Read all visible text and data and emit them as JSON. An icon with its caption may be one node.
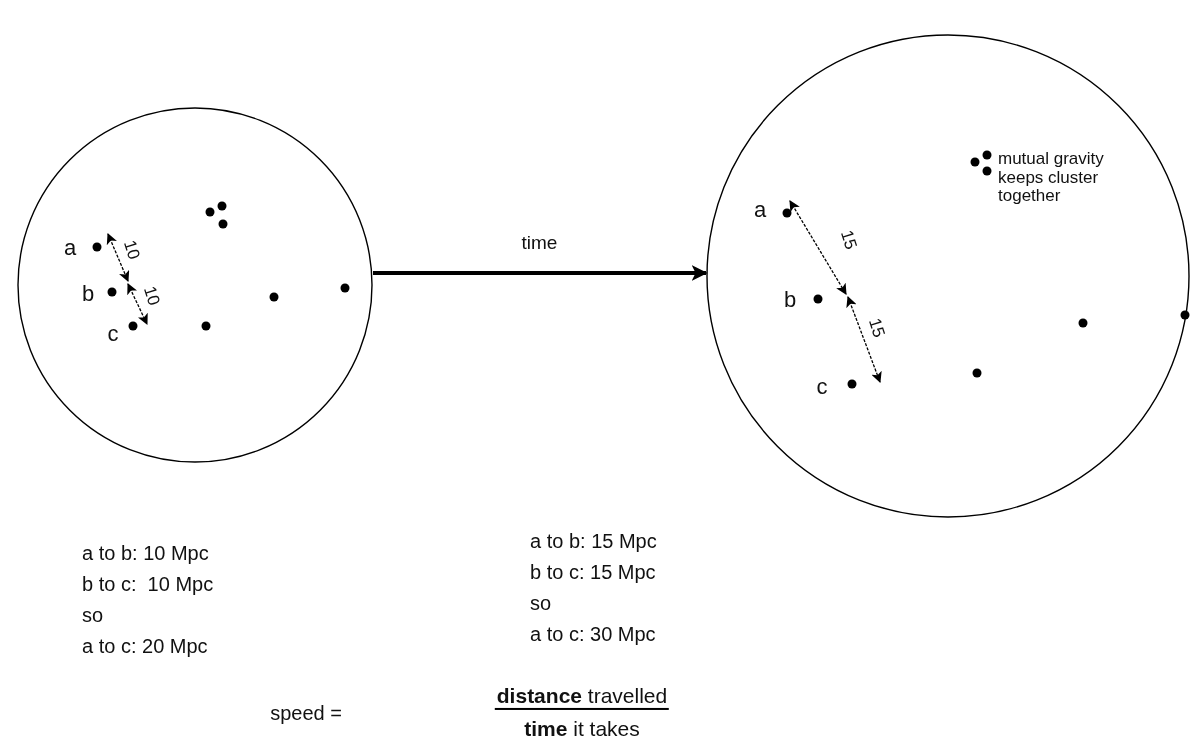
{
  "diagram": {
    "nodes": [
      {
        "text": [],
        "shape": "circle"
      },
      {
        "text": [],
        "shape": "circle"
      }
    ],
    "edges": [
      {
        "from": 0,
        "to": 1,
        "arrow": "to",
        "label": "time"
      }
    ],
    "labels": [
      "a",
      "10",
      "b",
      "10",
      "c",
      "mutual gravity keeps cluster together",
      "a",
      "15",
      "b",
      "15",
      "c",
      "a to b: 10 Mpc",
      "b to c:  10 Mpc",
      "so",
      "a to c: 20 Mpc",
      "a to b: 15 Mpc",
      "b to c: 15 Mpc",
      "so",
      "a to c: 30 Mpc",
      "speed =",
      "**distance** travelled",
      "**time** it takes"
    ]
  }
}
